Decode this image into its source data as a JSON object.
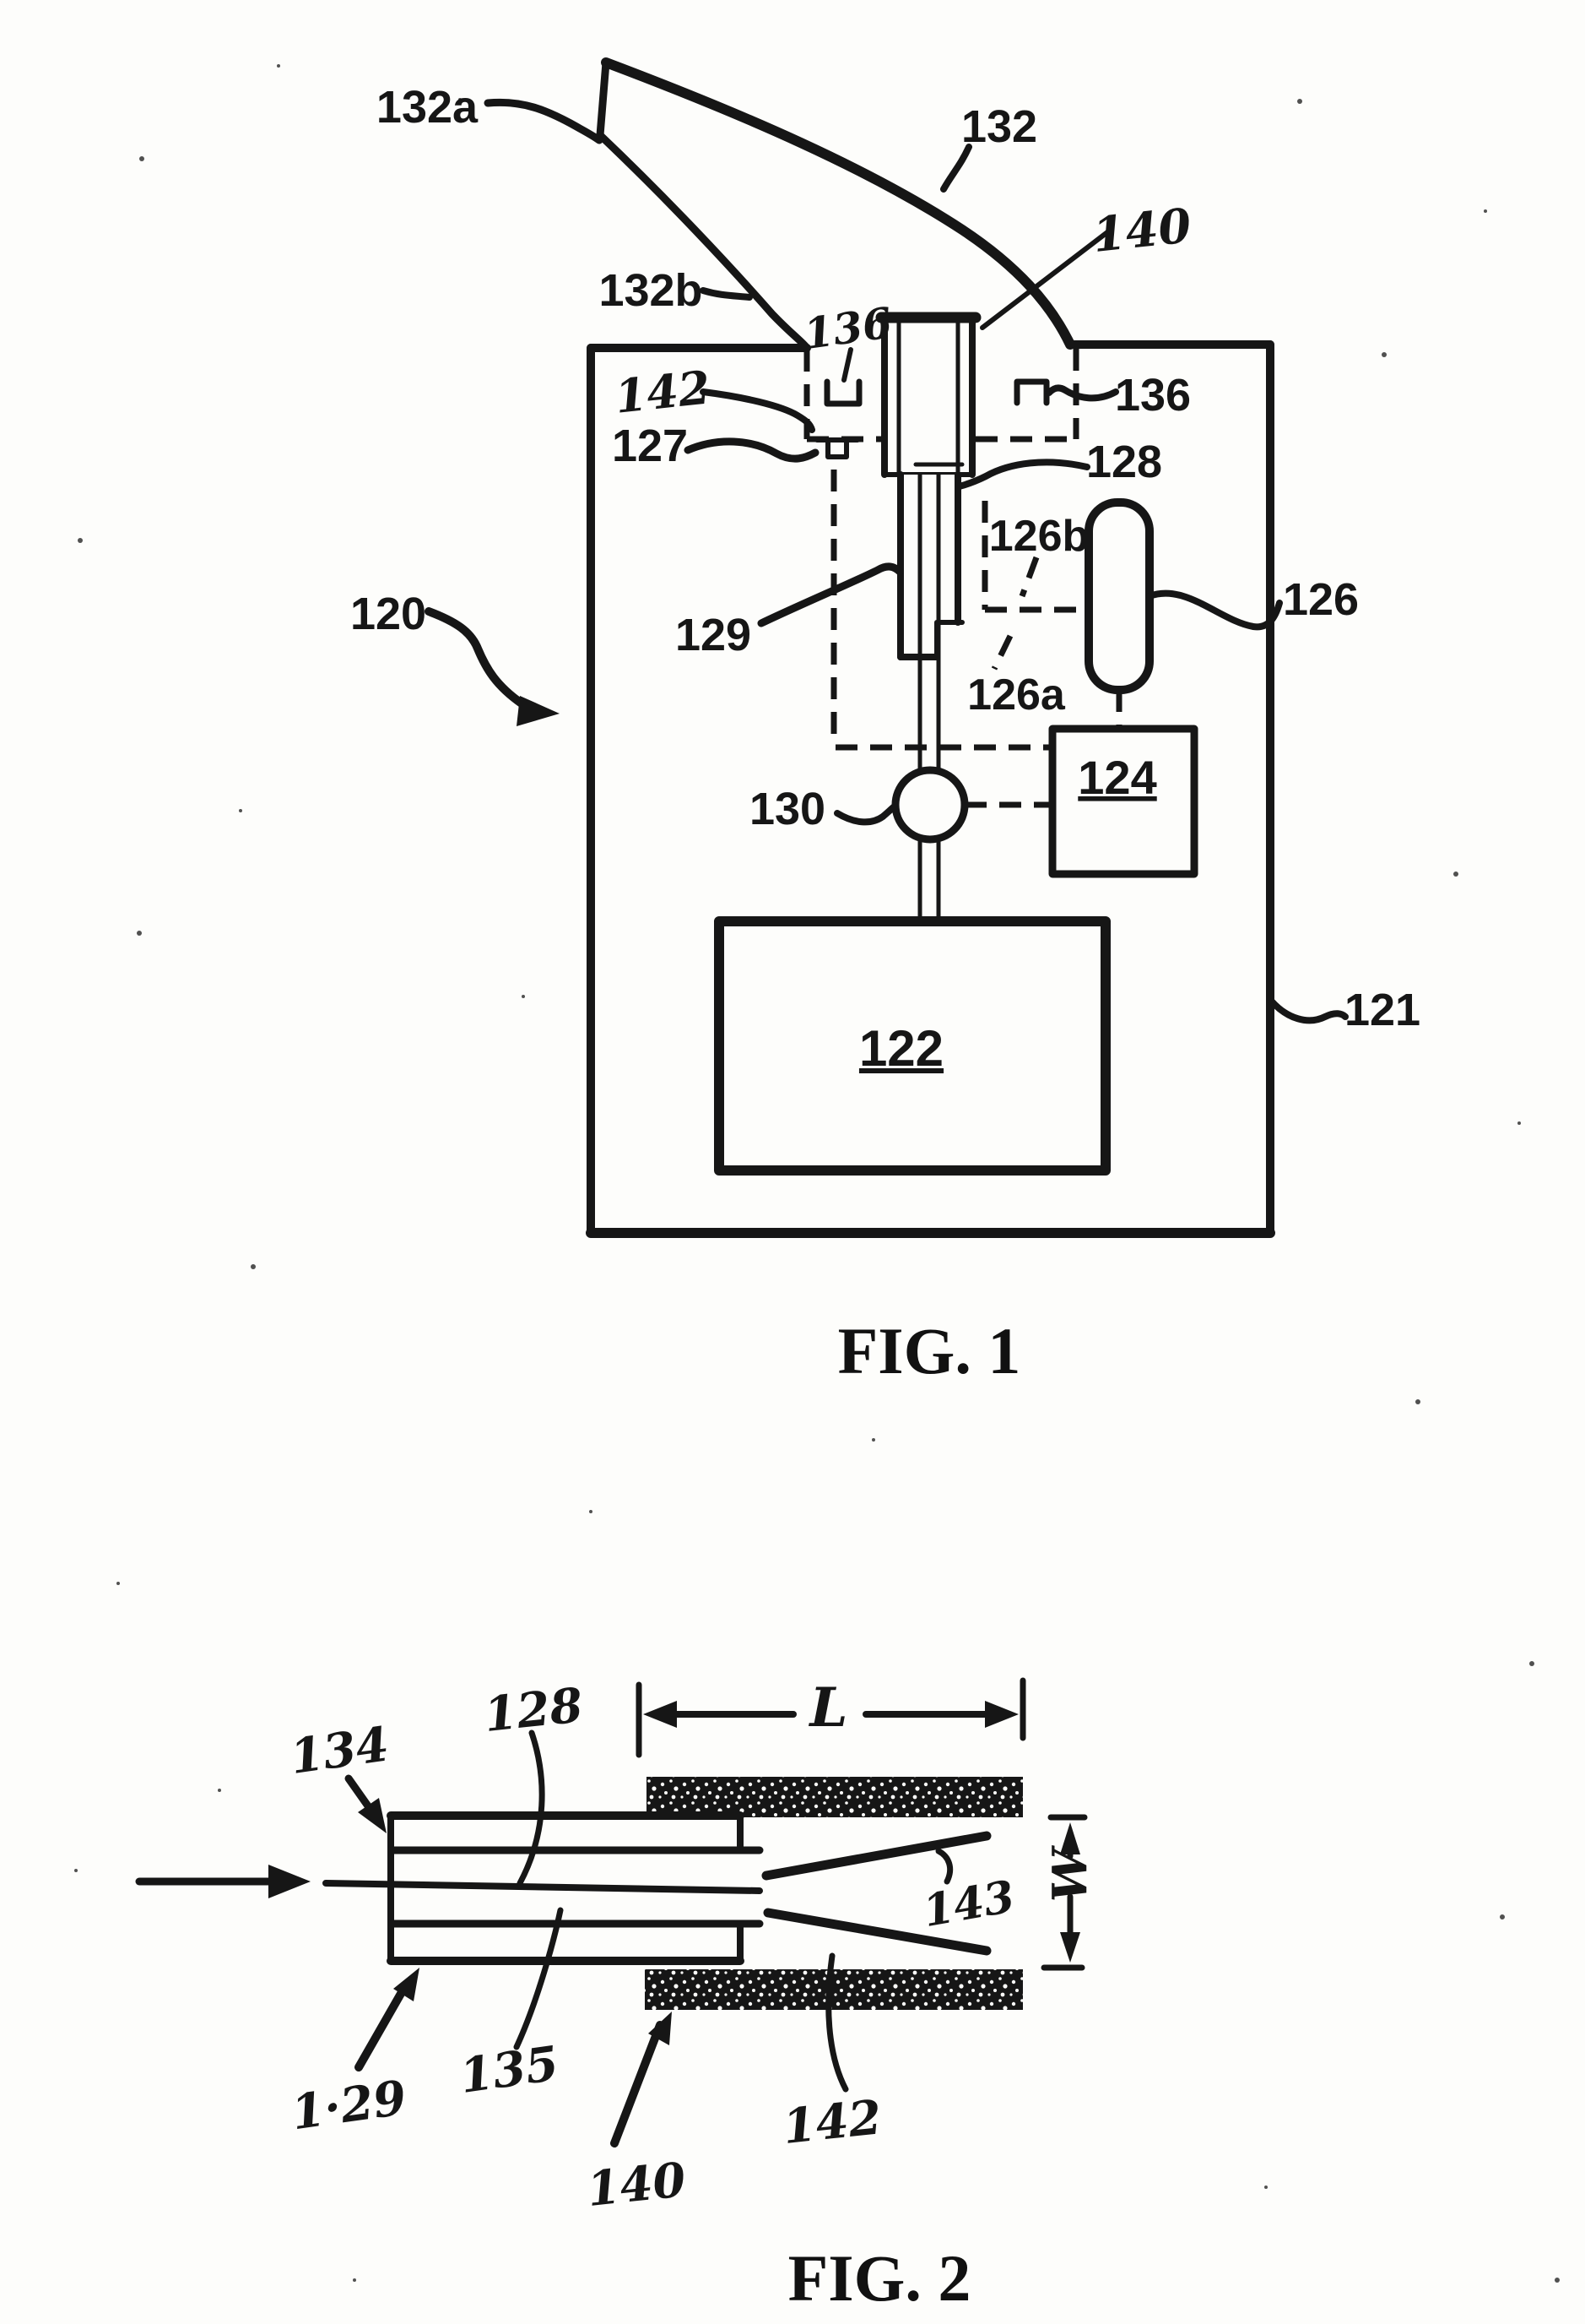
{
  "colors": {
    "ink": "#161616",
    "paper": "#fdfdfb"
  },
  "figure1": {
    "caption": "FIG. 1",
    "labels": {
      "n120": "120",
      "n121": "121",
      "n122": "122",
      "n124": "124",
      "n126": "126",
      "n126a": "126a",
      "n126b": "126b",
      "n127": "127",
      "n128": "128",
      "n129": "129",
      "n130": "130",
      "n132": "132",
      "n132a": "132a",
      "n132b": "132b",
      "n136_hand": "136",
      "n136_print": "136",
      "n140_hand": "140",
      "n142_hand": "142"
    }
  },
  "figure2": {
    "caption": "FIG. 2",
    "labels": {
      "n128": "128",
      "n134": "134",
      "n135": "135",
      "n129": "1·29",
      "n140": "140",
      "n142": "142",
      "n143": "143"
    },
    "dimensions": {
      "length": "L",
      "width": "W"
    }
  }
}
